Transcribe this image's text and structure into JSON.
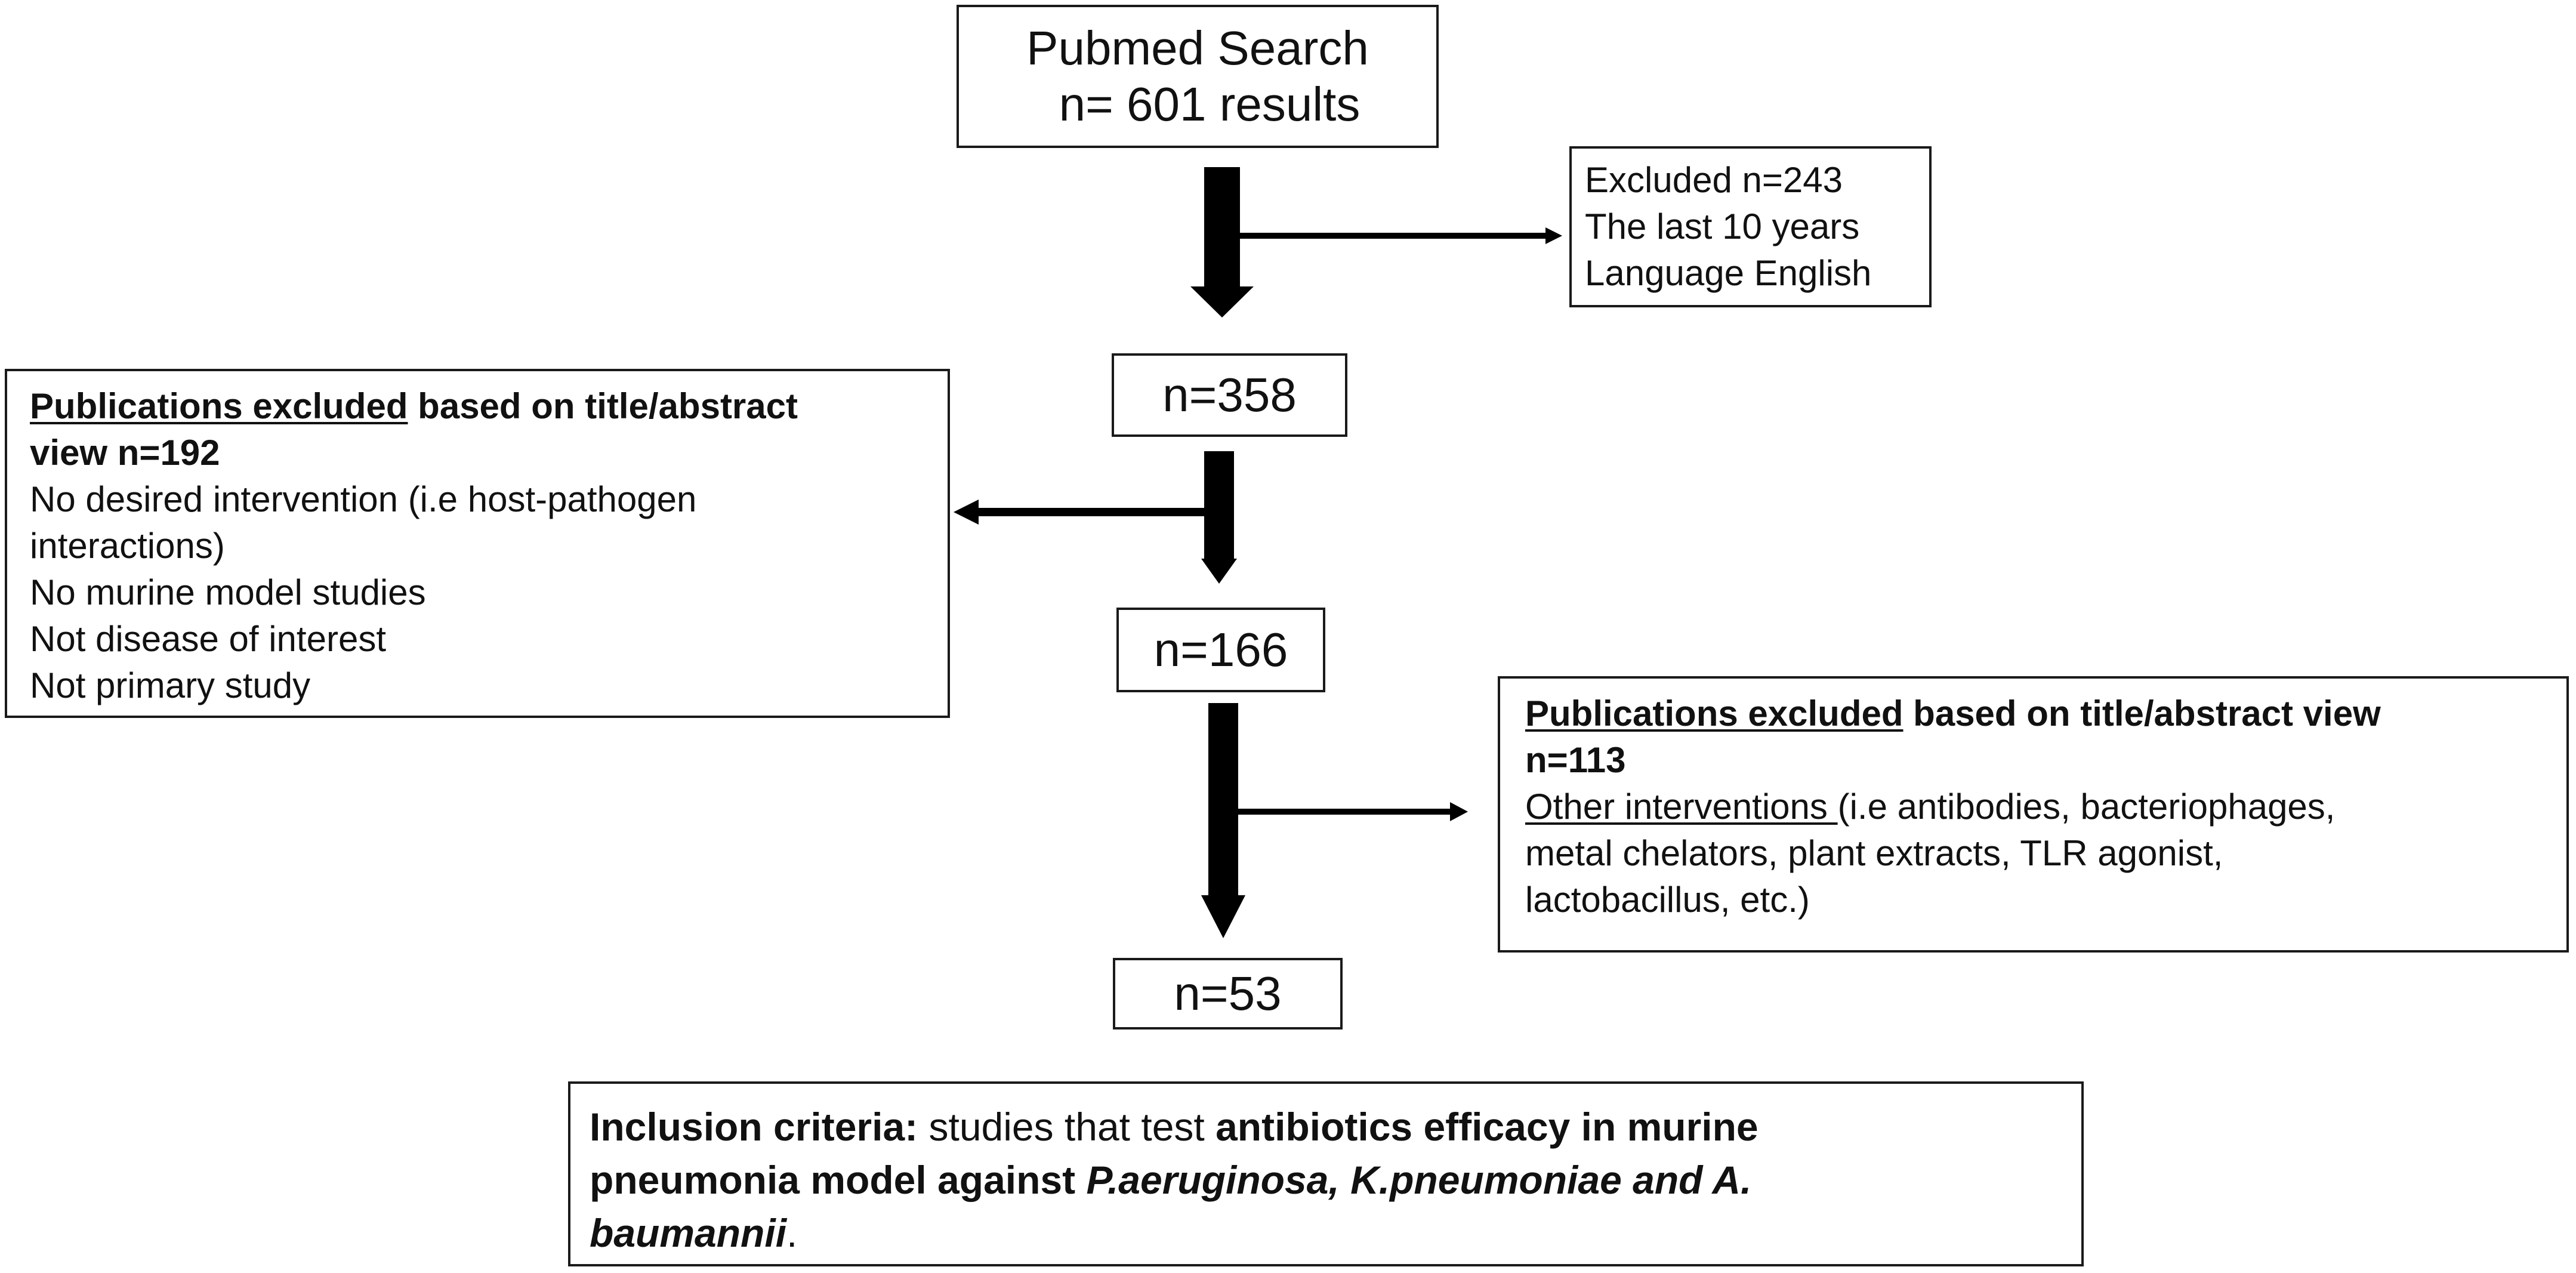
{
  "pubmed": {
    "line1": "Pubmed Search",
    "line2": "n= 601 results"
  },
  "excluded_1": {
    "line1": "Excluded n=243",
    "line2": "The last 10 years",
    "line3": "Language English"
  },
  "count_358": "n=358",
  "excluded_2": {
    "heading_underlined": "Publications excluded",
    "heading_rest": " based on title/abstract",
    "heading_line2": "view n=192",
    "criteria": [
      "No desired intervention (i.e host-pathogen",
      "interactions)",
      "No murine model studies",
      "Not disease of interest",
      "Not primary study"
    ]
  },
  "count_166": "n=166",
  "excluded_3": {
    "heading_underlined": "Publications excluded",
    "heading_rest": " based on title/abstract view",
    "heading_line2": "n=113",
    "line1_underlined": "Other interventions ",
    "line1_rest": "(i.e antibodies, bacteriophages,",
    "line2": "metal chelators, plant extracts, TLR agonist,",
    "line3": "lactobacillus, etc.)"
  },
  "count_53": "n=53",
  "inclusion": {
    "label": "Inclusion criteria:",
    "t1": " studies that test ",
    "b1": "antibiotics efficacy in murine",
    "b2": "pneumonia model against ",
    "i1": "P.aeruginosa, K.pneumoniae and A.",
    "i2": "baumannii",
    "end": "."
  }
}
